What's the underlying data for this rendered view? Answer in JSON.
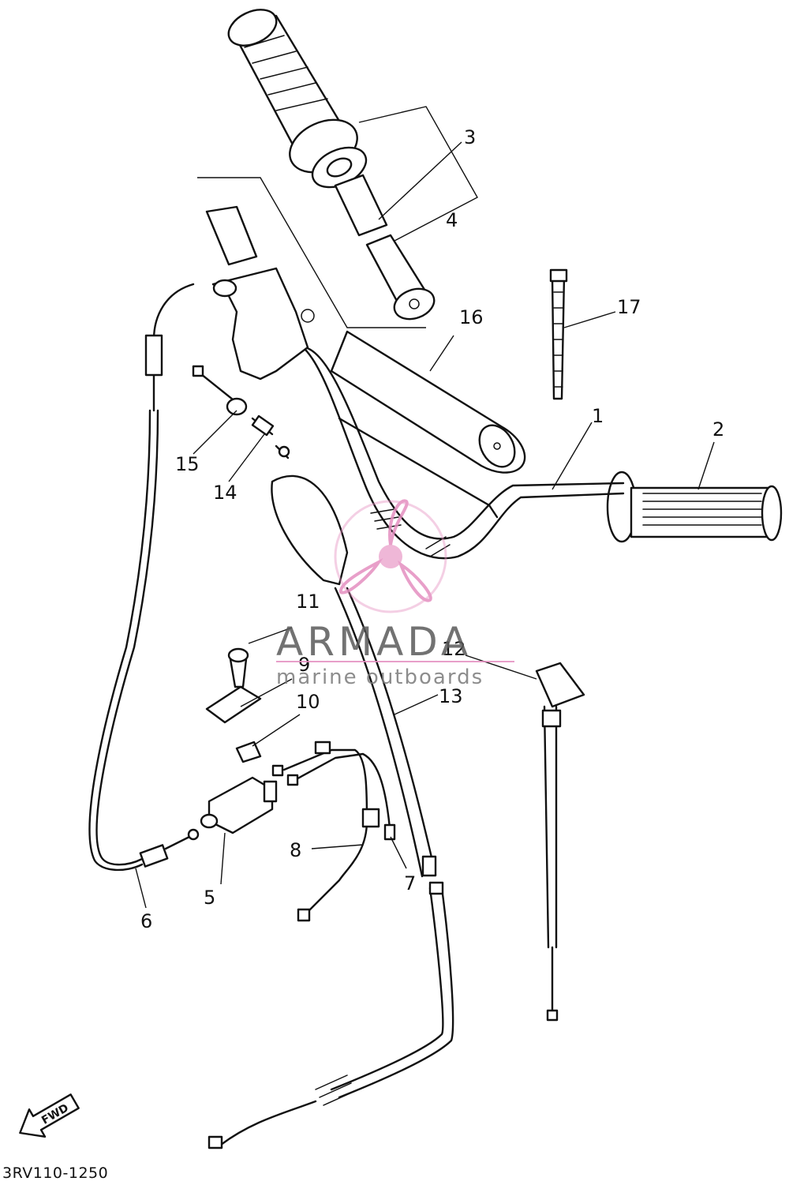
{
  "diagram": {
    "part_numbers": [
      "1",
      "2",
      "3",
      "4",
      "5",
      "6",
      "7",
      "8",
      "9",
      "10",
      "11",
      "12",
      "13",
      "14",
      "15",
      "16",
      "17"
    ],
    "fwd_label": "FWD",
    "drawing_code": "3RV110-1250"
  },
  "watermark": {
    "brand": "ARMADA",
    "tagline": "marine outboards",
    "color": "#e58fc0"
  }
}
